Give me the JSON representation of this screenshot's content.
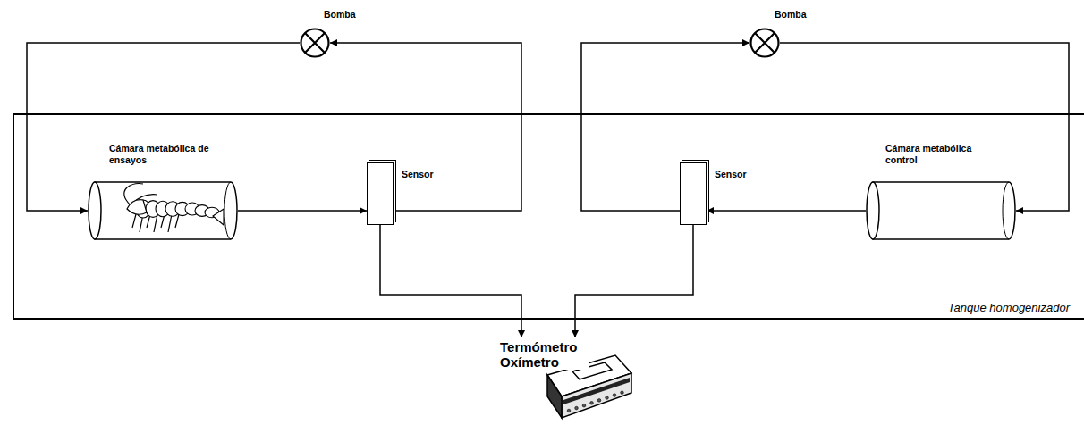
{
  "diagram": {
    "nodes": [
      {
        "text": [
          "Bomba"
        ]
      },
      {
        "text": [
          "Bomba"
        ]
      },
      {
        "text": [
          "Tanque homogenizador"
        ]
      },
      {
        "text": [
          "Cámara metabólica de ensayos"
        ],
        "in": 2
      },
      {
        "text": [
          "Sensor"
        ],
        "in": 2
      },
      {
        "text": [
          "Sensor"
        ],
        "in": 2
      },
      {
        "text": [
          "Cámara metabólica control"
        ],
        "in": 2
      },
      {
        "text": [
          "Termómetro Oxímetro"
        ]
      }
    ],
    "edges": [
      {
        "from": 0,
        "to": 3,
        "arrow": "to"
      },
      {
        "from": 3,
        "to": 4,
        "arrow": "to"
      },
      {
        "from": 4,
        "to": 0,
        "arrow": "to"
      },
      {
        "from": 1,
        "to": 6,
        "arrow": "to"
      },
      {
        "from": 6,
        "to": 5,
        "arrow": "to"
      },
      {
        "from": 5,
        "to": 1,
        "arrow": "to"
      },
      {
        "from": 4,
        "to": 7,
        "arrow": "to"
      },
      {
        "from": 5,
        "to": 7,
        "arrow": "to"
      }
    ]
  }
}
